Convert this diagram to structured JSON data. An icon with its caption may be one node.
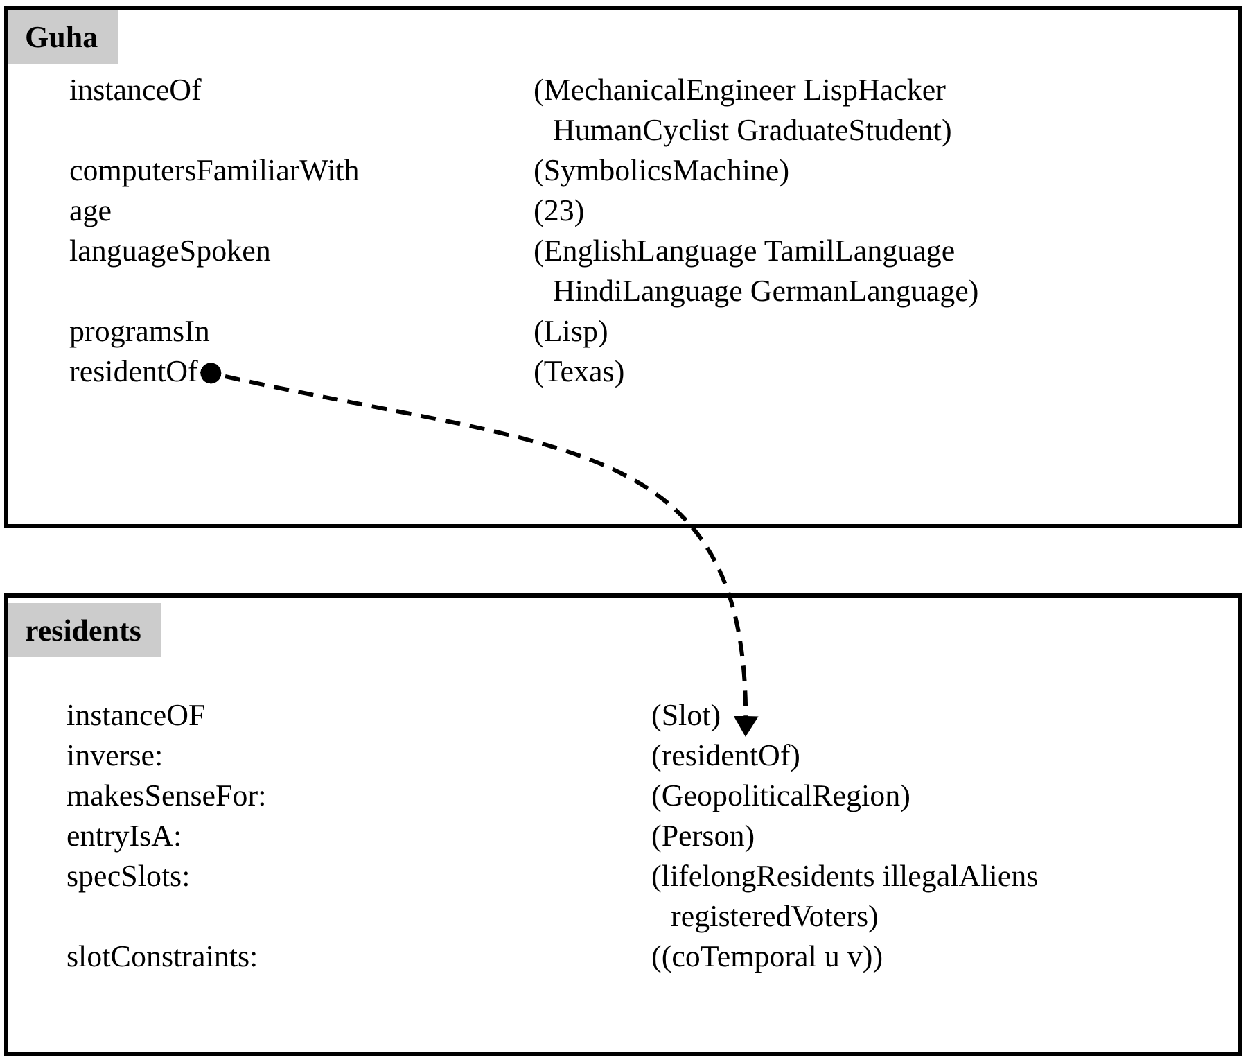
{
  "diagram": {
    "nodes": [
      {
        "text": [
          "Guha"
        ]
      },
      {
        "text": [
          "residentOf"
        ],
        "in": 0
      },
      {
        "text": [
          "residents"
        ]
      },
      {
        "text": [
          "(residentOf)"
        ],
        "in": 2
      }
    ],
    "edges": [
      {
        "from": 1,
        "to": 3,
        "arrow": "to",
        "style": "dashed"
      }
    ],
    "labels": [
      "instanceOf",
      "(MechanicalEngineer LispHacker HumanCyclist GraduateStudent)",
      "computersFamiliarWith",
      "(SymbolicsMachine)",
      "age",
      "(23)",
      "languageSpoken",
      "(EnglishLanguage TamilLanguage HindiLanguage GermanLanguage)",
      "programsIn",
      "(Lisp)",
      "(Texas)",
      "instanceOF",
      "(Slot)",
      "inverse:",
      "makesSenseFor:",
      "(GeopoliticalRegion)",
      "entryIsA:",
      "(Person)",
      "specSlots:",
      "(lifelongResidents illegalAliens registeredVoters)",
      "slotConstraints:",
      "((coTemporal u v))"
    ]
  }
}
